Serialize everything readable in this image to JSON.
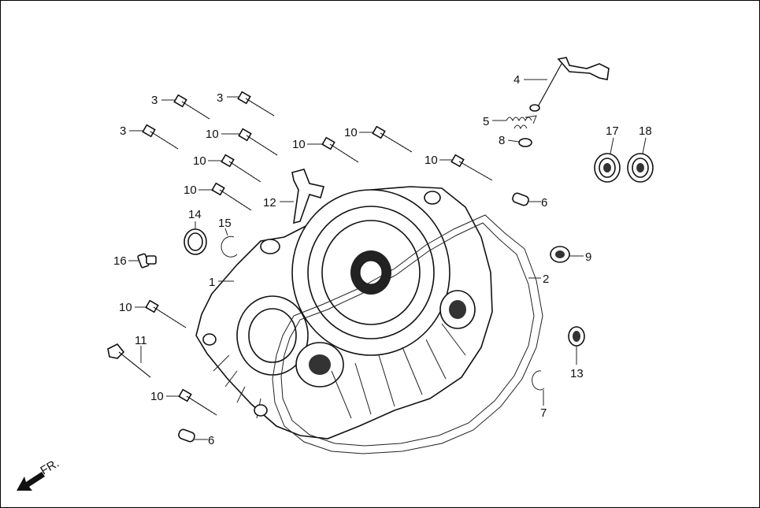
{
  "direction_label": "FR.",
  "callouts": [
    {
      "id": "c3a",
      "text": "3",
      "ref": "bolt"
    },
    {
      "id": "c3b",
      "text": "3",
      "ref": "bolt"
    },
    {
      "id": "c3c",
      "text": "3",
      "ref": "bolt"
    },
    {
      "id": "c10a",
      "text": "10",
      "ref": "bolt"
    },
    {
      "id": "c10b",
      "text": "10",
      "ref": "bolt"
    },
    {
      "id": "c10c",
      "text": "10",
      "ref": "bolt"
    },
    {
      "id": "c10d",
      "text": "10",
      "ref": "bolt"
    },
    {
      "id": "c10e",
      "text": "10",
      "ref": "bolt"
    },
    {
      "id": "c10f",
      "text": "10",
      "ref": "bolt"
    },
    {
      "id": "c10g",
      "text": "10",
      "ref": "bolt"
    },
    {
      "id": "c10h",
      "text": "10",
      "ref": "bolt"
    },
    {
      "id": "c1",
      "text": "1",
      "ref": "crankcase-cover"
    },
    {
      "id": "c2",
      "text": "2",
      "ref": "gasket"
    },
    {
      "id": "c4",
      "text": "4",
      "ref": "shift-shaft"
    },
    {
      "id": "c5",
      "text": "5",
      "ref": "spring"
    },
    {
      "id": "c6a",
      "text": "6",
      "ref": "dowel-pin"
    },
    {
      "id": "c6b",
      "text": "6",
      "ref": "dowel-pin"
    },
    {
      "id": "c7",
      "text": "7",
      "ref": "circlip"
    },
    {
      "id": "c8",
      "text": "8",
      "ref": "washer"
    },
    {
      "id": "c9",
      "text": "9",
      "ref": "oil-seal"
    },
    {
      "id": "c11",
      "text": "11",
      "ref": "long-bolt"
    },
    {
      "id": "c12",
      "text": "12",
      "ref": "bracket"
    },
    {
      "id": "c13",
      "text": "13",
      "ref": "oil-seal"
    },
    {
      "id": "c14",
      "text": "14",
      "ref": "oil-seal"
    },
    {
      "id": "c15",
      "text": "15",
      "ref": "circlip"
    },
    {
      "id": "c16",
      "text": "16",
      "ref": "plug-bolt"
    },
    {
      "id": "c17",
      "text": "17",
      "ref": "bearing"
    },
    {
      "id": "c18",
      "text": "18",
      "ref": "bearing"
    }
  ]
}
